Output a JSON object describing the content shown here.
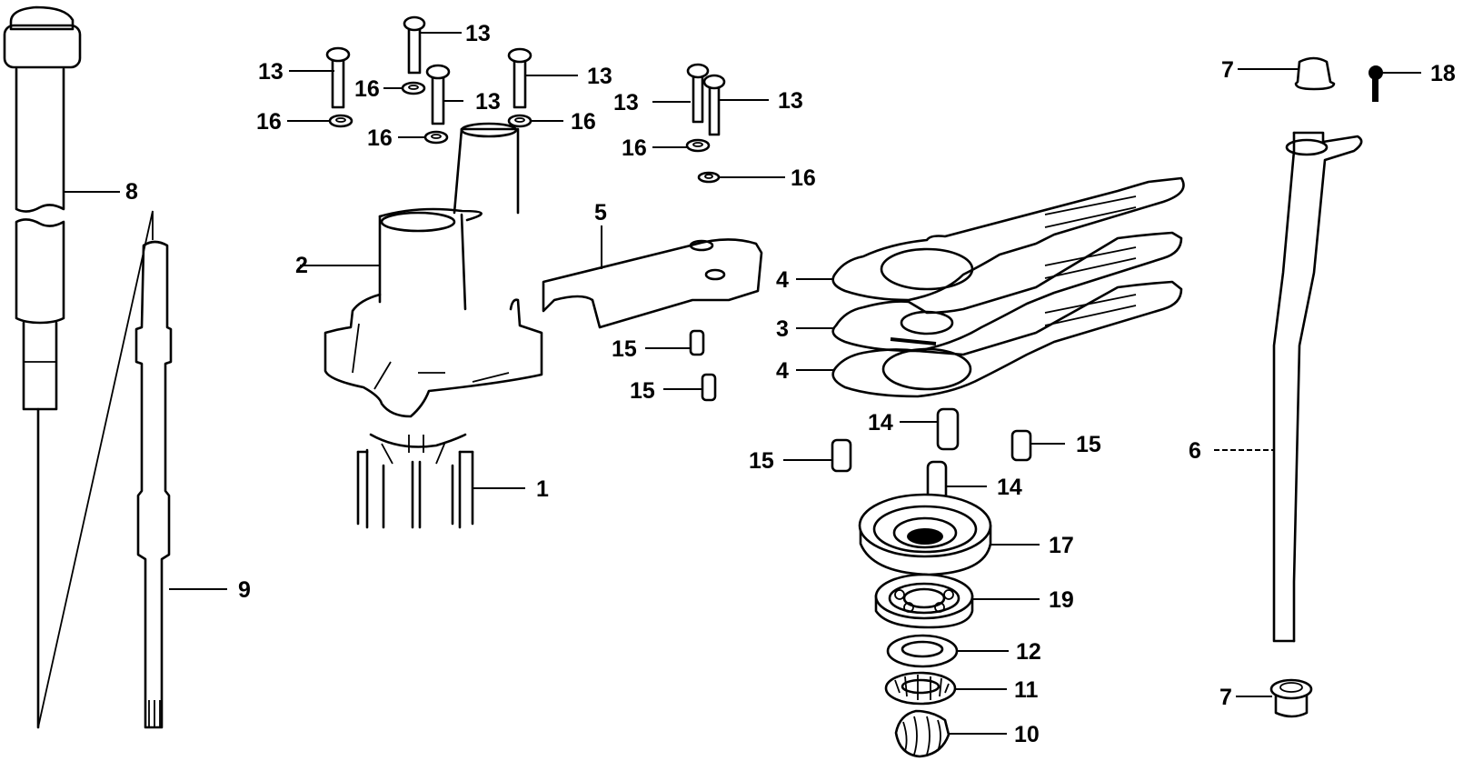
{
  "diagram": {
    "type": "exploded-parts-diagram",
    "ink_color": "#000000",
    "background": "#ffffff",
    "callouts": {
      "impeller": "1",
      "pump_housing": "2",
      "plate": "3",
      "gasket_upper": "4",
      "gasket_lower": "4",
      "cover": "5",
      "water_tube": "6",
      "grommet_top": "7",
      "grommet_bottom": "7",
      "drive_shaft_housing": "8",
      "drive_shaft": "9",
      "pinion_gear": "10",
      "thrust_bearing": "11",
      "thrust_washer": "12",
      "bolt_a": "13",
      "bolt_b": "13",
      "bolt_c": "13",
      "bolt_d": "13",
      "bolt_e": "13",
      "bolt_f": "13",
      "dowel_pin_a": "14",
      "dowel_pin_b": "14",
      "collar_a": "15",
      "collar_b": "15",
      "collar_c": "15",
      "collar_d": "15",
      "washer_a": "16",
      "washer_b": "16",
      "washer_c": "16",
      "washer_d": "16",
      "washer_e": "16",
      "washer_f": "16",
      "oil_seal": "17",
      "screw": "18",
      "ball_bearing": "19"
    }
  }
}
